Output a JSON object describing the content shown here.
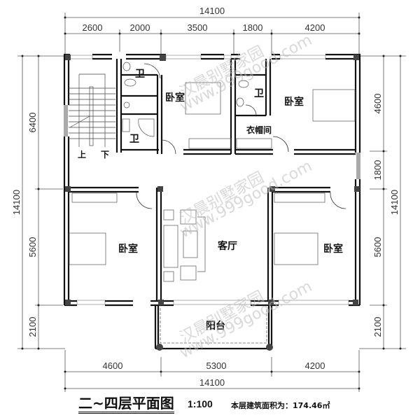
{
  "plan": {
    "title": "二~四层平面图",
    "scale": "1:100",
    "area_label": "本层建筑面积为：174.46㎡"
  },
  "dimensions": {
    "top_total": "14100",
    "top_segments": [
      "2600",
      "2000",
      "3500",
      "1800",
      "4200"
    ],
    "bottom_segments": [
      "4600",
      "5300",
      "4200"
    ],
    "bottom_total": "14100",
    "left_total": "14100",
    "left_segments": [
      "6400",
      "5600",
      "2100"
    ],
    "right_total": "14100",
    "right_segments": [
      "4600",
      "1800",
      "5600",
      "2100"
    ]
  },
  "rooms": {
    "bedroom_top_middle": "卧室",
    "bedroom_top_right": "卧室",
    "bedroom_bottom_left": "卧室",
    "bedroom_bottom_right": "卧室",
    "bathroom_1": "卫",
    "bathroom_2": "卫",
    "bathroom_3": "卫",
    "closet": "衣帽间",
    "living_room": "客厅",
    "balcony": "阳台",
    "stair_up": "上",
    "stair_down": "下"
  },
  "watermark": {
    "cn": "汉晨别墅家园",
    "url": "www.999good.com"
  }
}
